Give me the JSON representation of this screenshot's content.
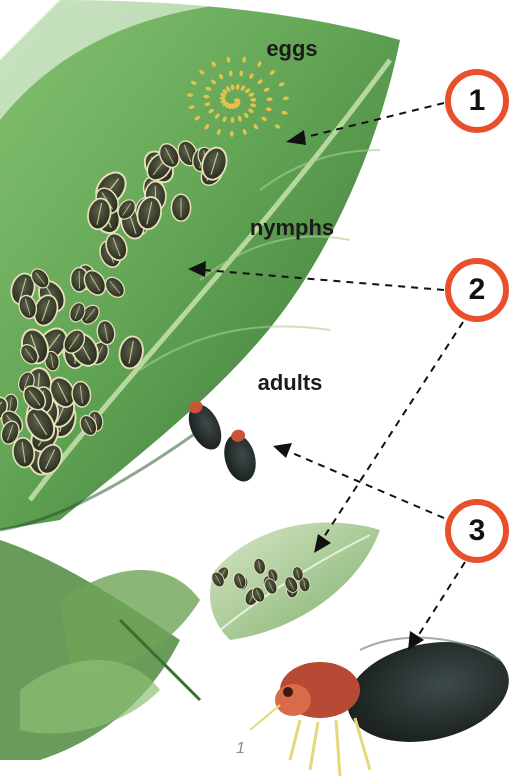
{
  "labels": {
    "eggs": "eggs",
    "nymphs": "nymphs",
    "adults": "adults"
  },
  "steps": [
    "1",
    "2",
    "3"
  ],
  "page_number": "1",
  "colors": {
    "accent_circle": "#e8502c",
    "leaf_dark": "#2f6b2c",
    "leaf_light": "#9fd08a",
    "insect_body": "#3a3f28",
    "insect_head": "#c8553a"
  }
}
